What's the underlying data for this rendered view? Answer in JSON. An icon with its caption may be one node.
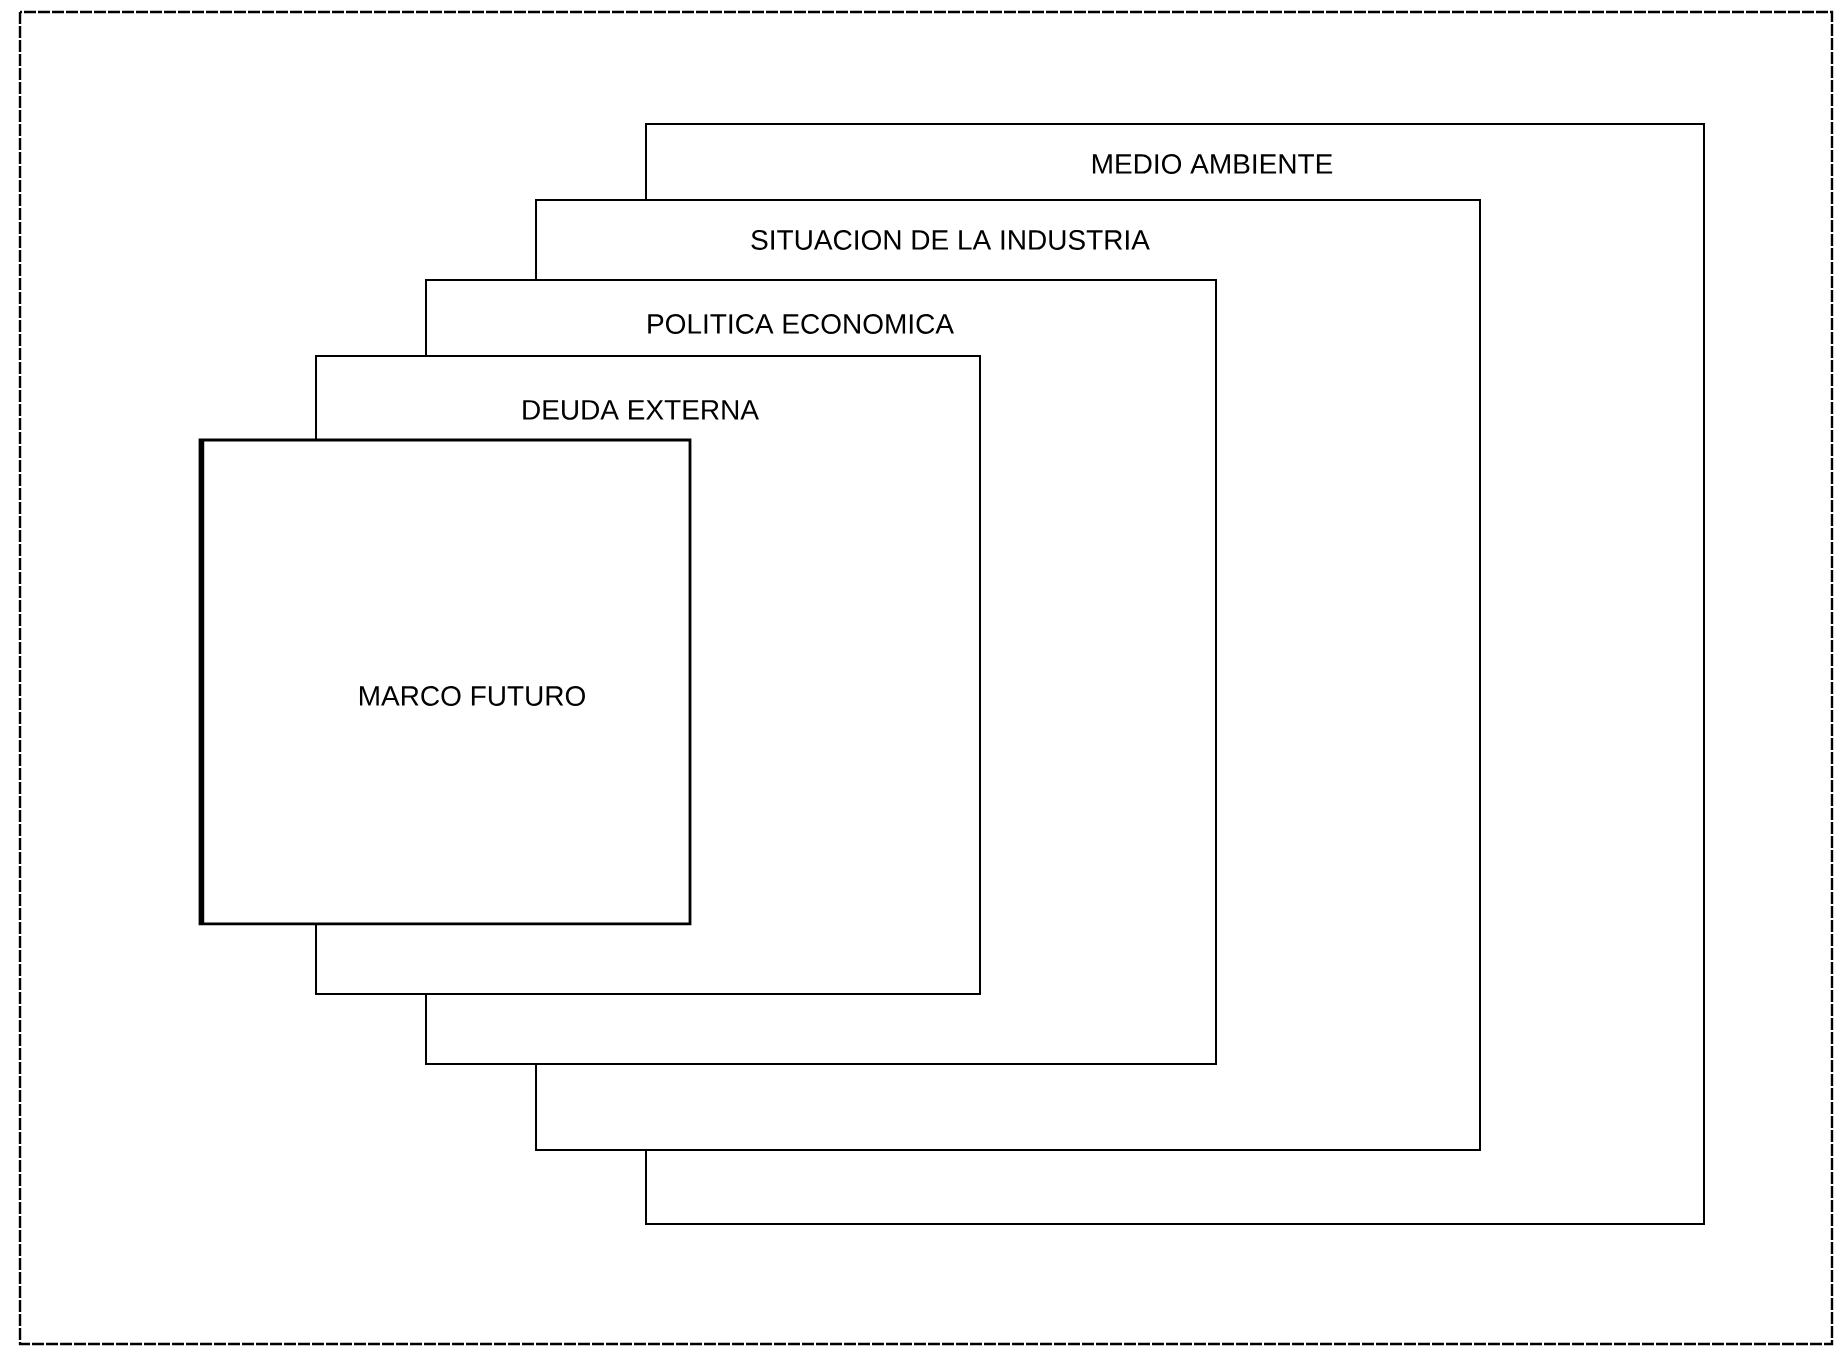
{
  "diagram": {
    "nodes": [
      {
        "text": [
          "MEDIO AMBIENTE"
        ]
      },
      {
        "text": [
          "SITUACION DE LA INDUSTRIA"
        ]
      },
      {
        "text": [
          "POLITICA ECONOMICA"
        ]
      },
      {
        "text": [
          "DEUDA EXTERNA"
        ]
      },
      {
        "text": [
          "MARCO FUTURO"
        ]
      }
    ]
  }
}
